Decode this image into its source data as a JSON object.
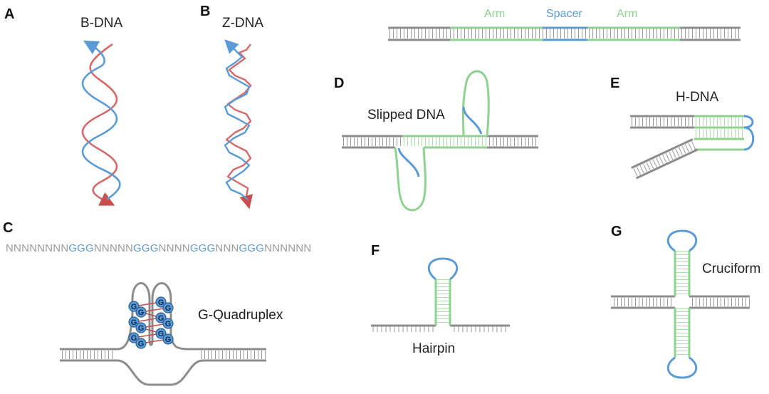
{
  "colors": {
    "gray": "#8c8c8c",
    "green": "#8fd18e",
    "blue": "#5b9bd5",
    "red": "#d46a6a",
    "g_node": "#5b9bd5"
  },
  "panels": {
    "a": {
      "letter": "A",
      "title": "B-DNA"
    },
    "b": {
      "letter": "B",
      "title": "Z-DNA"
    },
    "top": {
      "arm_left": "Arm",
      "spacer": "Spacer",
      "arm_right": "Arm"
    },
    "c": {
      "letter": "C",
      "sequence": [
        {
          "text": "NNNNNNNN",
          "kind": "n"
        },
        {
          "text": "GGG",
          "kind": "g"
        },
        {
          "text": "NNNNN",
          "kind": "n"
        },
        {
          "text": "GGG",
          "kind": "g"
        },
        {
          "text": "NNNN",
          "kind": "n"
        },
        {
          "text": "GGG",
          "kind": "g"
        },
        {
          "text": "NNN",
          "kind": "n"
        },
        {
          "text": "GGG",
          "kind": "g"
        },
        {
          "text": "NNNNNN",
          "kind": "n"
        }
      ],
      "label": "G-Quadruplex",
      "g_letter": "G"
    },
    "d": {
      "letter": "D",
      "label": "Slipped DNA"
    },
    "e": {
      "letter": "E",
      "label": "H-DNA"
    },
    "f": {
      "letter": "F",
      "label": "Hairpin"
    },
    "g": {
      "letter": "G",
      "label": "Cruciform"
    }
  }
}
